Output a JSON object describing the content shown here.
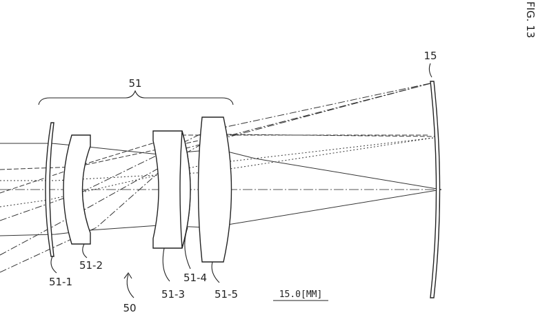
{
  "figure": {
    "fig_label": "FIG. 13",
    "group_label": "51",
    "system_label": "50",
    "image_surface_label": "15",
    "scale_label": "15.0[MM]",
    "elements": [
      {
        "id": "e1",
        "label": "51-1"
      },
      {
        "id": "e2",
        "label": "51-2"
      },
      {
        "id": "e3",
        "label": "51-3"
      },
      {
        "id": "e4",
        "label": "51-4"
      },
      {
        "id": "e5",
        "label": "51-5"
      }
    ]
  }
}
